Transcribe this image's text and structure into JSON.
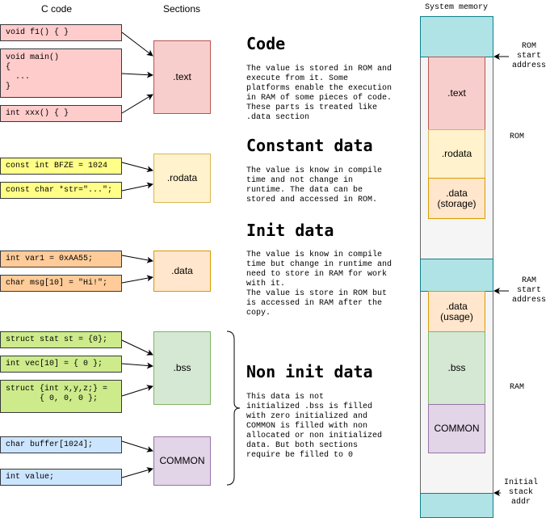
{
  "headers": {
    "c_code": "C code",
    "sections": "Sections",
    "system_memory": "System memory"
  },
  "code_boxes": {
    "f1": "void f1() { }",
    "main": "void main()\n{\n  ...\n}",
    "xxx": "int xxx() { }",
    "bfze": "const int BFZE = 1024",
    "str": "const char *str=\"...\";",
    "var1": "int var1 = 0xAA55;",
    "msg": "char msg[10] = \"Hi!\";",
    "st": "struct stat st = {0};",
    "vec": "int vec[10] = { 0 };",
    "xyz": "struct {int x,y,z;} =\n       { 0, 0, 0 };",
    "buffer": "char buffer[1024];",
    "value": "int value;"
  },
  "sections": {
    "text": ".text",
    "rodata": ".rodata",
    "data": ".data",
    "bss": ".bss",
    "common": "COMMON"
  },
  "descriptions": {
    "code": {
      "title": "Code",
      "body": "The value is stored in ROM and\nexecute from it. Some\nplatforms enable the execution\nin RAM of some pieces of code.\nThese parts is treated like\n.data section"
    },
    "constant": {
      "title": "Constant data",
      "body": "The value is know in compile\ntime and not change in\nruntime. The data can be\nstored and accessed in ROM."
    },
    "init": {
      "title": "Init data",
      "body": "The value is know in compile\ntime but change in runtime and\nneed to store in RAM for work\nwith it.\nThe value is store in ROM but\nis accessed in RAM after the\ncopy."
    },
    "noninit": {
      "title": "Non init data",
      "body": "This data is not\ninitialized .bss is filled\nwith zero initialized and\nCOMMON is filled with non\nallocated or non initialized\ndata. But both sections\nrequire be filled to 0"
    }
  },
  "memory": {
    "text": ".text",
    "rodata": ".rodata",
    "data_storage": ".data\n(storage)",
    "data_usage": ".data\n(usage)",
    "bss": ".bss",
    "common": "COMMON",
    "rom_label": "ROM",
    "ram_label": "RAM",
    "rom_start": "ROM\nstart\naddress",
    "ram_start": "RAM\nstart\naddress",
    "stack": "Initial\nstack\naddr"
  },
  "colors": {
    "code_pink": "#ffcccc",
    "code_yellow": "#ffff88",
    "code_orange": "#ffcc99",
    "code_green": "#cdeb8b",
    "code_blue": "#cce5ff",
    "text_section": "#f8cecc",
    "rodata_section": "#fff2cc",
    "data_section": "#ffe6cc",
    "bss_section": "#d5e8d4",
    "common_section": "#e1d5e7",
    "memory_boundary": "#b0e3e6",
    "memory_background": "#f5f5f5"
  }
}
